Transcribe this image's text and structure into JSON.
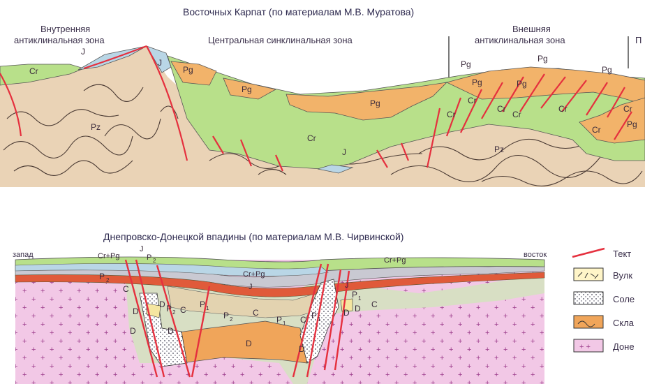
{
  "top_section": {
    "title": "Восточных Карпат (по материалам М.В. Муратова)",
    "zones": {
      "inner": [
        "Внутренняя",
        "антиклинальная зона"
      ],
      "central": "Центральная синклинальная зона",
      "outer": [
        "Внешняя",
        "антиклинальная зона"
      ],
      "edge": "П"
    },
    "units": {
      "cr": "Cr",
      "pg": "Pg",
      "pz": "Pz",
      "j": "J"
    }
  },
  "bottom_section": {
    "title": "Днепровско-Донецкой впадины (по материалам М.В. Чирвинской)",
    "west": "запад",
    "east": "восток",
    "units": {
      "crpg": "Cr+Pg",
      "j": "J",
      "p2": "P",
      "p2_sub": "2",
      "p1": "P",
      "p1_sub": "1",
      "c": "C",
      "d": "D"
    }
  },
  "legend": {
    "items": [
      {
        "label": "Тект",
        "key": "tectonic"
      },
      {
        "label": "Вулк",
        "key": "volcanic"
      },
      {
        "label": "Соле",
        "key": "salt"
      },
      {
        "label": "Скла",
        "key": "folded"
      },
      {
        "label": "Доне",
        "key": "basement"
      }
    ]
  },
  "colors": {
    "cr": "#b8e08a",
    "pg": "#f2b36a",
    "pz": "#ead3b6",
    "j": "#b9d6e6",
    "fault": "#e5303e",
    "basement": "#f2c8e6",
    "d": "#f0a55a",
    "p2": "#e05a3a",
    "c": "#d8dfc4",
    "sediment_dark": "#3b3333"
  }
}
